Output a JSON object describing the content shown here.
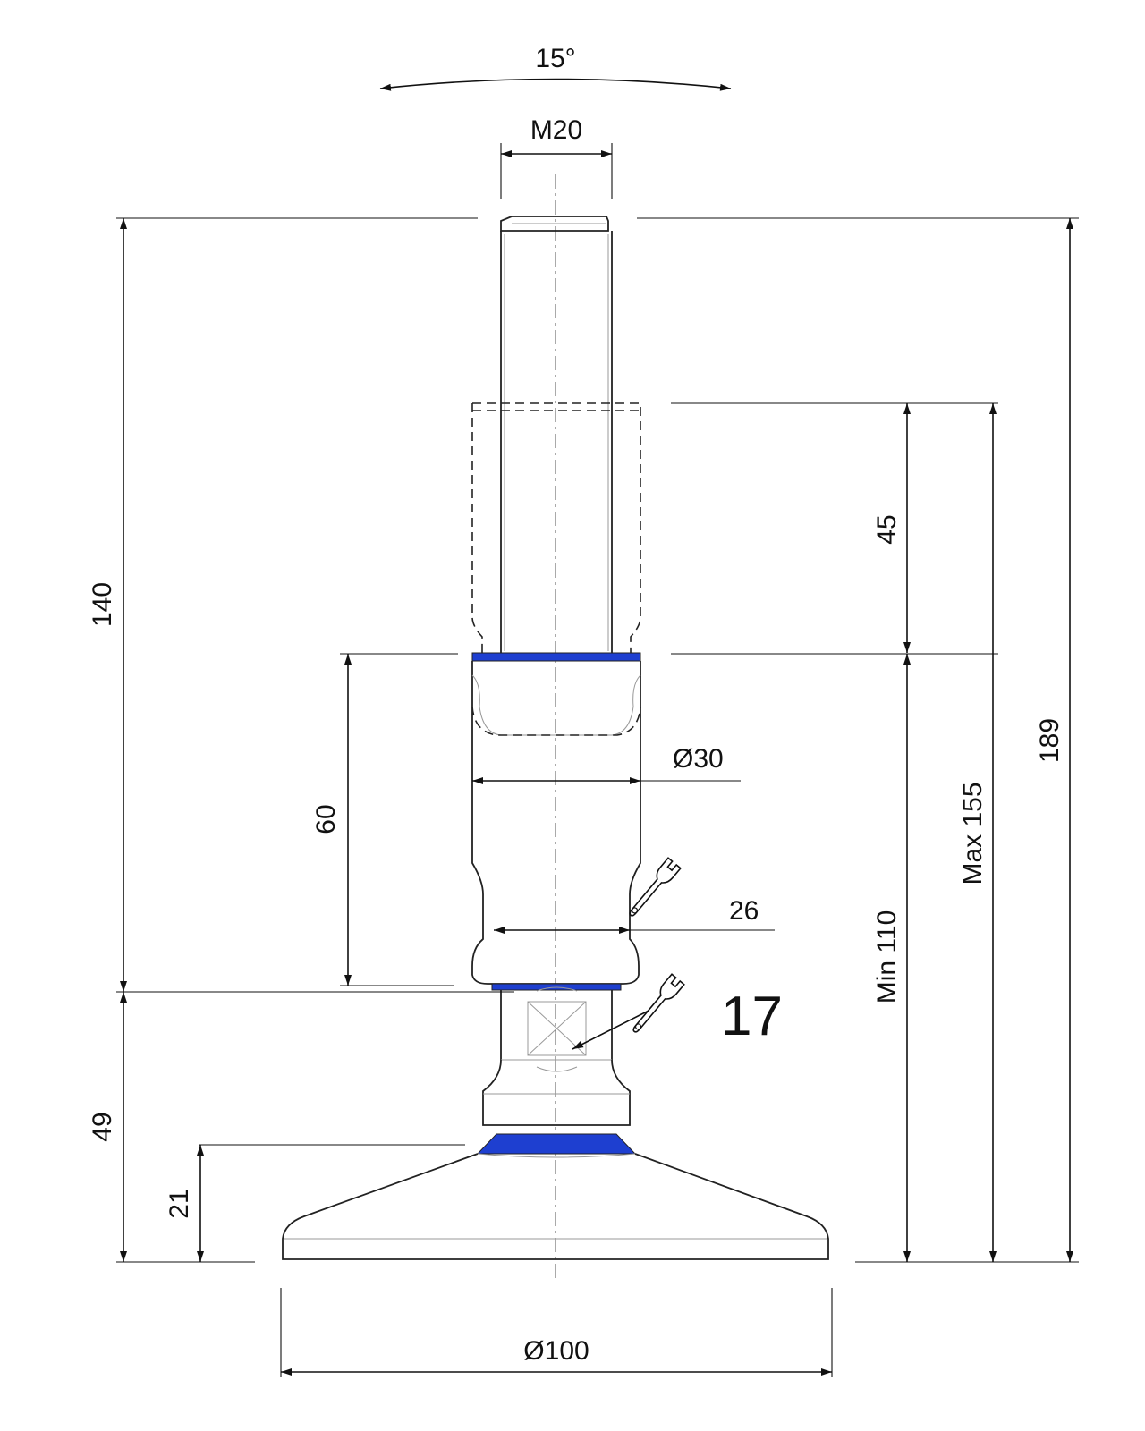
{
  "drawing": {
    "accent_color": "#1e3fd0",
    "labels": {
      "tilt_angle": "15°",
      "thread": "M20",
      "overall_height": "189",
      "stem_length": "140",
      "adjust_stroke": "45",
      "max_height": "Max 155",
      "min_height": "Min 110",
      "sleeve_length": "60",
      "sleeve_diameter": "Ø30",
      "wrench_size_sleeve": "26",
      "wrench_size_hex": "17",
      "base_height": "49",
      "foot_height": "21",
      "foot_diameter": "Ø100"
    },
    "icons": [
      "wrench-icon",
      "wrench-icon"
    ]
  }
}
